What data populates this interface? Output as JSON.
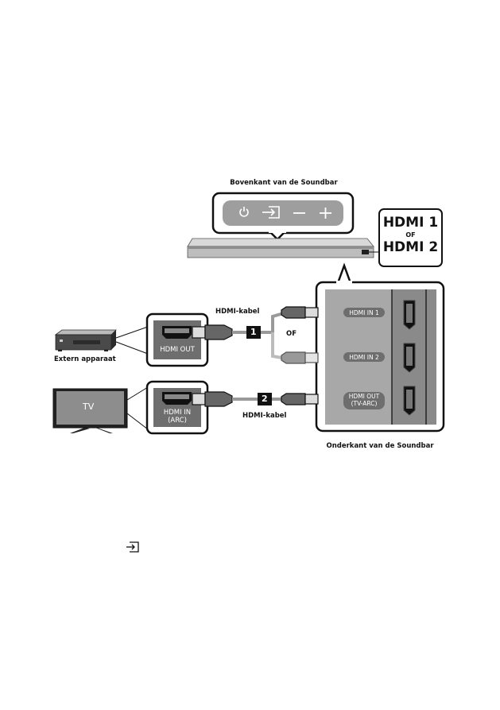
{
  "labels": {
    "top_title": "Bovenkant van de Soundbar",
    "bottom_title": "Onderkant van de Soundbar",
    "cable_top": "HDMI-kabel",
    "cable_bottom": "HDMI-kabel",
    "or_middle": "OF",
    "external_device": "Extern apparaat",
    "tv": "TV",
    "badge_1": "1",
    "badge_2": "2"
  },
  "hdmi_choice": {
    "line1": "HDMI 1",
    "or": "OF",
    "line2": "HDMI 2"
  },
  "source_ports": {
    "device": "HDMI OUT",
    "tv_line1": "HDMI IN",
    "tv_line2": "(ARC)"
  },
  "soundbar_ports": [
    {
      "label": "HDMI IN 1"
    },
    {
      "label": "HDMI IN 2"
    },
    {
      "label": "HDMI OUT",
      "sub": "(TV-ARC)"
    }
  ],
  "top_panel_icons": [
    "power-icon",
    "source-icon",
    "volume-down-icon",
    "volume-up-icon"
  ],
  "footnote_icon": "source-icon",
  "colors": {
    "panel_dark": "#6b6b6b",
    "panel_light": "#a9a9a9",
    "badge": "#111111",
    "cable": "#9a9a9a"
  }
}
